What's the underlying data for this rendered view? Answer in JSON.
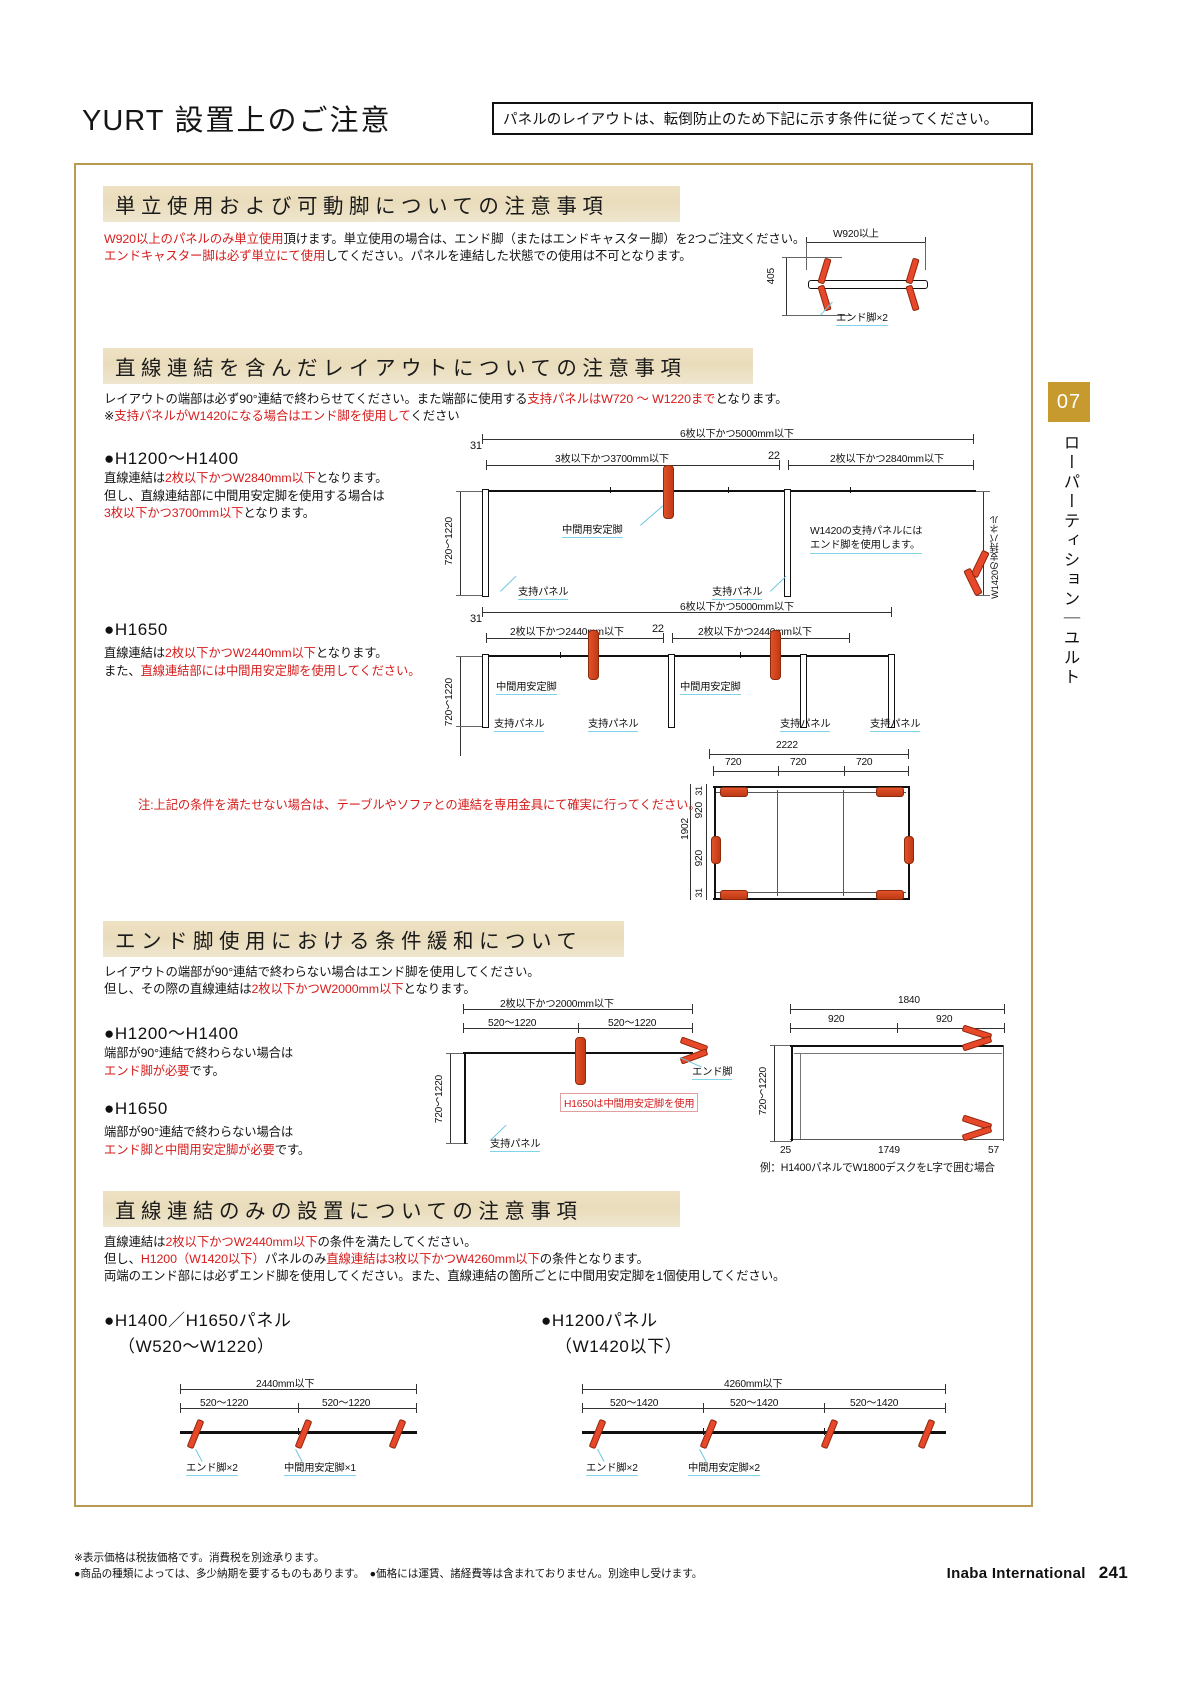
{
  "header": {
    "title_en": "YURT",
    "title_jp": "設置上のご注意",
    "notice": "パネルのレイアウトは、転倒防止のため下記に示す条件に従ってください。"
  },
  "side_tab": {
    "number": "07",
    "label": "ローパーティション｜ユルト"
  },
  "sections": [
    {
      "id": "standalone",
      "heading": "単立使用および可動脚についての注意事項",
      "lines": [
        [
          {
            "t": "W920以上のパネルのみ単立使用",
            "c": "red"
          },
          {
            "t": "頂けます。単立使用の場合は、エンド脚（またはエンドキャスター脚）を2つご注文ください。",
            "c": "black"
          }
        ],
        [
          {
            "t": "エンドキャスター脚は必ず単立にて使用",
            "c": "red"
          },
          {
            "t": "してください。パネルを連結した状態での使用は不可となります。",
            "c": "black"
          }
        ]
      ],
      "diagram": {
        "dim_top": "W920以上",
        "dim_left": "405",
        "label": "エンド脚×2"
      }
    },
    {
      "id": "straight-link-layout",
      "heading": "直線連結を含んだレイアウトについての注意事項",
      "lines": [
        [
          {
            "t": "レイアウトの端部は必ず90°連結で終わらせてください。また端部に使用する",
            "c": "black"
          },
          {
            "t": "支持パネルはW720 ～ W1220まで",
            "c": "red"
          },
          {
            "t": "となります。",
            "c": "black"
          }
        ],
        [
          {
            "t": "※",
            "c": "black"
          },
          {
            "t": "支持パネルがW1420になる場合はエンド脚を使用して",
            "c": "red"
          },
          {
            "t": "ください",
            "c": "black"
          }
        ]
      ],
      "subsections": [
        {
          "title": "●H1200～H1400",
          "lines": [
            [
              {
                "t": "直線連結は",
                "c": "black"
              },
              {
                "t": "2枚以下かつW2840mm以下",
                "c": "red"
              },
              {
                "t": "となります。",
                "c": "black"
              }
            ],
            [
              {
                "t": "但し、直線連結部に中間用安定脚を使用する場合は",
                "c": "black"
              }
            ],
            [
              {
                "t": "3枚以下かつ3700mm以下",
                "c": "red"
              },
              {
                "t": "となります。",
                "c": "black"
              }
            ]
          ],
          "diagram": {
            "dim_overall": "6枚以下かつ5000mm以下",
            "dim_left_seg": "3枚以下かつ3700mm以下",
            "dim_right_seg": "2枚以下かつ2840mm以下",
            "dim_31": "31",
            "dim_22": "22",
            "dim_height": "720～1220",
            "dim_support": "W1420の支持パネル",
            "label_mid_leg": "中間用安定脚",
            "label_support_1": "支持パネル",
            "label_support_2": "支持パネル",
            "note": "W1420の支持パネルには\nエンド脚を使用します。"
          }
        },
        {
          "title": "●H1650",
          "lines": [
            [
              {
                "t": "直線連結は",
                "c": "black"
              },
              {
                "t": "2枚以下かつW2440mm以下",
                "c": "red"
              },
              {
                "t": "となります。",
                "c": "black"
              }
            ],
            [
              {
                "t": "また、",
                "c": "black"
              },
              {
                "t": "直線連結部には中間用安定脚を使用してください。",
                "c": "red"
              }
            ]
          ],
          "diagram": {
            "dim_overall": "6枚以下かつ5000mm以下",
            "dim_left_seg": "2枚以下かつ2440mm以下",
            "dim_right_seg": "2枚以下かつ2440mm以下",
            "dim_31": "31",
            "dim_22": "22",
            "dim_height": "720～1220",
            "label_mid_leg_1": "中間用安定脚",
            "label_mid_leg_2": "中間用安定脚",
            "label_support_1": "支持パネル",
            "label_support_2": "支持パネル",
            "label_support_3": "支持パネル",
            "label_support_4": "支持パネル"
          }
        }
      ],
      "plan_diagram": {
        "dim_total": "2222",
        "dim_a": "720",
        "dim_b": "720",
        "dim_c": "720",
        "dim_31_top": "31",
        "dim_920_top": "920",
        "dim_1902": "1902",
        "dim_920_bot": "920",
        "dim_31_bot": "31"
      },
      "footnote": "注:上記の条件を満たせない場合は、テーブルやソファとの連結を専用金具にて確実に行ってください。"
    },
    {
      "id": "end-leg-relaxation",
      "heading": "エンド脚使用における条件緩和について",
      "lines": [
        [
          {
            "t": "レイアウトの端部が90°連結で終わらない場合はエンド脚を使用してください。",
            "c": "black"
          }
        ],
        [
          {
            "t": "但し、その際の直線連結は",
            "c": "black"
          },
          {
            "t": "2枚以下かつW2000mm以下",
            "c": "red"
          },
          {
            "t": "となります。",
            "c": "black"
          }
        ]
      ],
      "subsections": [
        {
          "title": "●H1200～H1400",
          "lines": [
            [
              {
                "t": "端部が90°連結で終わらない場合は",
                "c": "black"
              }
            ],
            [
              {
                "t": "エンド脚が必要",
                "c": "red"
              },
              {
                "t": "です。",
                "c": "black"
              }
            ]
          ]
        },
        {
          "title": "●H1650",
          "lines": [
            [
              {
                "t": "端部が90°連結で終わらない場合は",
                "c": "black"
              }
            ],
            [
              {
                "t": "エンド脚と中間用安定脚が必要",
                "c": "red"
              },
              {
                "t": "です。",
                "c": "black"
              }
            ]
          ]
        }
      ],
      "diagram_left": {
        "dim_overall": "2枚以下かつ2000mm以下",
        "dim_seg_1": "520～1220",
        "dim_seg_2": "520～1220",
        "dim_height": "720～1220",
        "label_support": "支持パネル",
        "label_end_leg": "エンド脚",
        "label_h1650": "H1650は中間用安定脚を使用"
      },
      "diagram_right": {
        "dim_total": "1840",
        "dim_a": "920",
        "dim_b": "920",
        "dim_height": "720～1220",
        "dim_25": "25",
        "dim_1749": "1749",
        "dim_57": "57",
        "caption": "例：H1400パネルでW1800デスクをL字で囲む場合"
      }
    },
    {
      "id": "straight-only",
      "heading": "直線連結のみの設置についての注意事項",
      "lines": [
        [
          {
            "t": "直線連結は",
            "c": "black"
          },
          {
            "t": "2枚以下かつW2440mm以下",
            "c": "red"
          },
          {
            "t": "の条件を満たしてください。",
            "c": "black"
          }
        ],
        [
          {
            "t": "但し、",
            "c": "black"
          },
          {
            "t": "H1200（W1420以下）",
            "c": "red"
          },
          {
            "t": "パネルのみ",
            "c": "black"
          },
          {
            "t": "直線連結は3枚以下かつW4260mm以下",
            "c": "red"
          },
          {
            "t": "の条件となります。",
            "c": "black"
          }
        ],
        [
          {
            "t": "両端のエンド部には必ずエンド脚を使用してください。また、直線連結の箇所ごとに中間用安定脚を1個使用してください。",
            "c": "black"
          }
        ]
      ],
      "panels": [
        {
          "title_1": "●H1400／H1650パネル",
          "title_2": "（W520～W1220）",
          "diagram": {
            "dim_overall": "2440mm以下",
            "dim_seg_1": "520～1220",
            "dim_seg_2": "520～1220",
            "label_end": "エンド脚×2",
            "label_mid": "中間用安定脚×1"
          }
        },
        {
          "title_1": "●H1200パネル",
          "title_2": "（W1420以下）",
          "diagram": {
            "dim_overall": "4260mm以下",
            "dim_seg_1": "520～1420",
            "dim_seg_2": "520～1420",
            "dim_seg_3": "520～1420",
            "label_end": "エンド脚×2",
            "label_mid": "中間用安定脚×2"
          }
        }
      ]
    }
  ],
  "footer": {
    "line1": "※表示価格は税抜価格です。消費税を別途承ります。",
    "line2": "●商品の種類によっては、多少納期を要するものもあります。　●価格には運賃、諸経費等は含まれておりません。別途申し受けます。",
    "company": "Inaba International",
    "page": "241"
  },
  "colors": {
    "accent_bar": "#e9dcbb",
    "frame": "#b99a55",
    "tab": "#c69a2e",
    "red_text": "#d61c1c",
    "leg_red": "#e2512a",
    "leader": "#6ec6e0"
  }
}
